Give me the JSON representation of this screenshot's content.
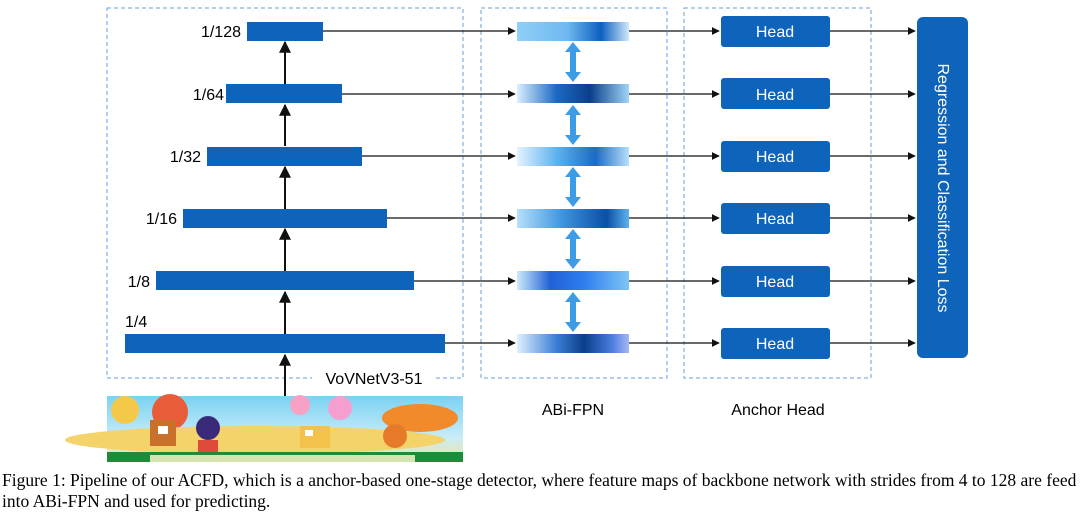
{
  "backbone": {
    "name": "VoVNetV3-51",
    "strides": [
      "1/128",
      "1/64",
      "1/32",
      "1/16",
      "1/8",
      "1/4"
    ]
  },
  "fpn": {
    "name": "ABi-FPN"
  },
  "anchor_head": {
    "name": "Anchor Head",
    "head_label": "Head"
  },
  "loss": {
    "label": "Regression and Classification Loss"
  },
  "colors": {
    "block": "#0e63bb",
    "dash": "#6a9fd8",
    "arrow": "#111111",
    "biarrow": "#3d9ce6"
  },
  "caption": "Figure 1: Pipeline of our ACFD, which is a anchor-based one-stage detector, where feature maps of backbone network with strides from 4 to 128 are feed into ABi-FPN and used for predicting."
}
